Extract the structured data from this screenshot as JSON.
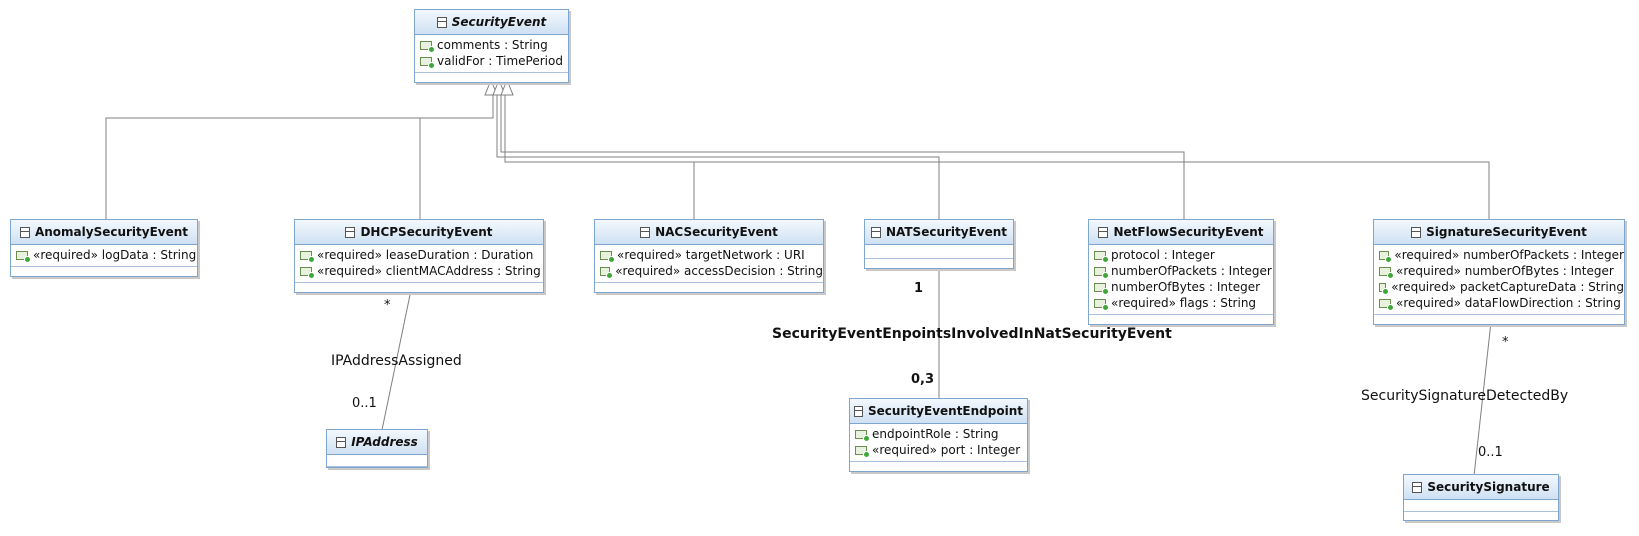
{
  "classes": {
    "security_event": {
      "name": "SecurityEvent",
      "attrs": [
        "comments : String",
        "validFor : TimePeriod"
      ]
    },
    "anomaly": {
      "name": "AnomalySecurityEvent",
      "attrs": [
        "«required» logData : String"
      ]
    },
    "dhcp": {
      "name": "DHCPSecurityEvent",
      "attrs": [
        "«required» leaseDuration : Duration",
        "«required» clientMACAddress : String"
      ]
    },
    "nac": {
      "name": "NACSecurityEvent",
      "attrs": [
        "«required» targetNetwork : URI",
        "«required» accessDecision : String"
      ]
    },
    "nat": {
      "name": "NATSecurityEvent",
      "attrs": []
    },
    "netflow": {
      "name": "NetFlowSecurityEvent",
      "attrs": [
        "protocol : Integer",
        "numberOfPackets : Integer",
        "numberOfBytes : Integer",
        "«required» flags : String"
      ]
    },
    "signature": {
      "name": "SignatureSecurityEvent",
      "attrs": [
        "«required» numberOfPackets : Integer",
        "«required» numberOfBytes : Integer",
        "«required» packetCaptureData : String",
        "«required» dataFlowDirection : String"
      ]
    },
    "ip_address": {
      "name": "IPAddress",
      "attrs": []
    },
    "endpoint": {
      "name": "SecurityEventEndpoint",
      "attrs": [
        "endpointRole : String",
        "«required» port : Integer"
      ]
    },
    "security_signature": {
      "name": "SecuritySignature",
      "attrs": []
    }
  },
  "associations": {
    "ip_assigned": {
      "label": "IPAddressAssigned",
      "source_mult": "*",
      "target_mult": "0..1"
    },
    "nat_endpoints": {
      "label": "SecurityEventEnpointsInvolvedInNatSecurityEvent",
      "source_mult": "1",
      "target_mult": "0,3"
    },
    "signature_detected": {
      "label": "SecuritySignatureDetectedBy",
      "source_mult": "*",
      "target_mult": "0..1"
    }
  },
  "colors": {
    "class_border": "#7fa6cf",
    "header_top": "#f3f8fd",
    "header_bottom": "#cfe1f3",
    "line": "#808080"
  }
}
